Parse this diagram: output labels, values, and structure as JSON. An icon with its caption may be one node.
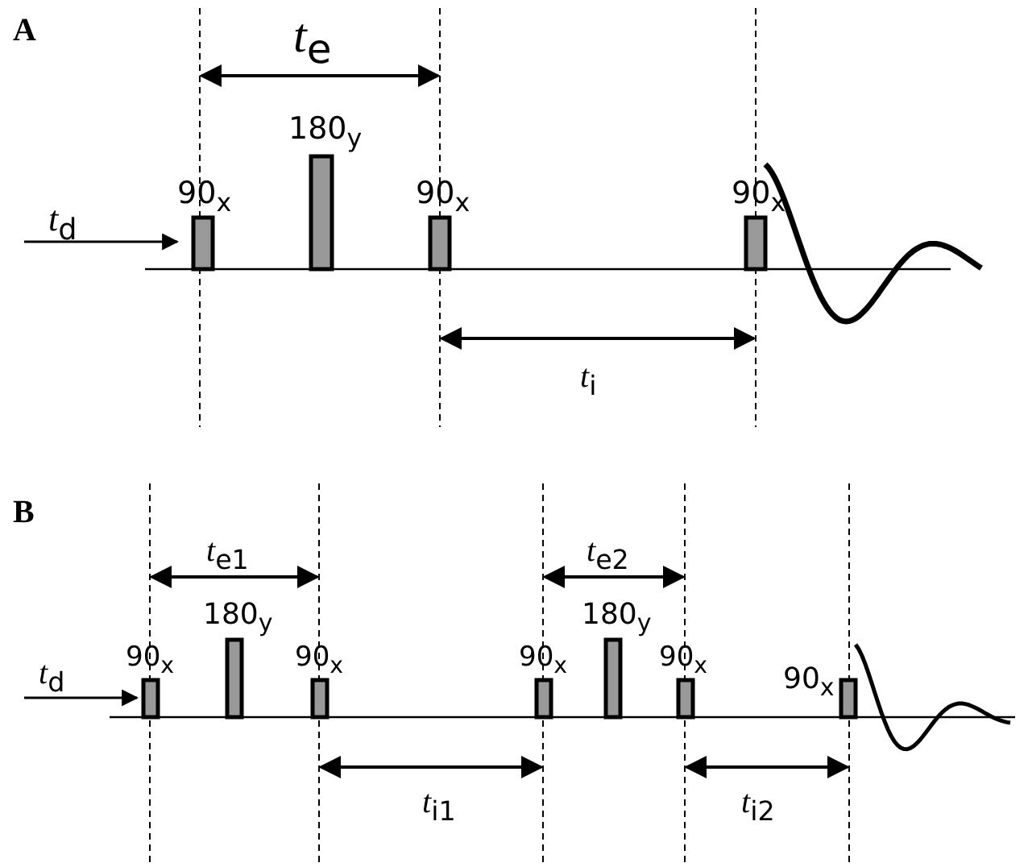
{
  "diagram": {
    "labels": [
      "A",
      "*t*$_{e}$",
      "180$_{y}$",
      "90$_{x}$",
      "90$_{x}$",
      "90$_{x}$",
      "*t*$_{d}$",
      "*t*$_{i}$",
      "B",
      "*t*$_{e1}$",
      "*t*$_{e2}$",
      "180$_{y}$",
      "180$_{y}$",
      "*t*$_{d}$",
      "90$_{x}$",
      "90$_{x}$",
      "90$_{x}$",
      "90$_{x}$",
      "90$_{x}$",
      "*t*$_{i1}$",
      "*t*$_{i2}$"
    ]
  }
}
